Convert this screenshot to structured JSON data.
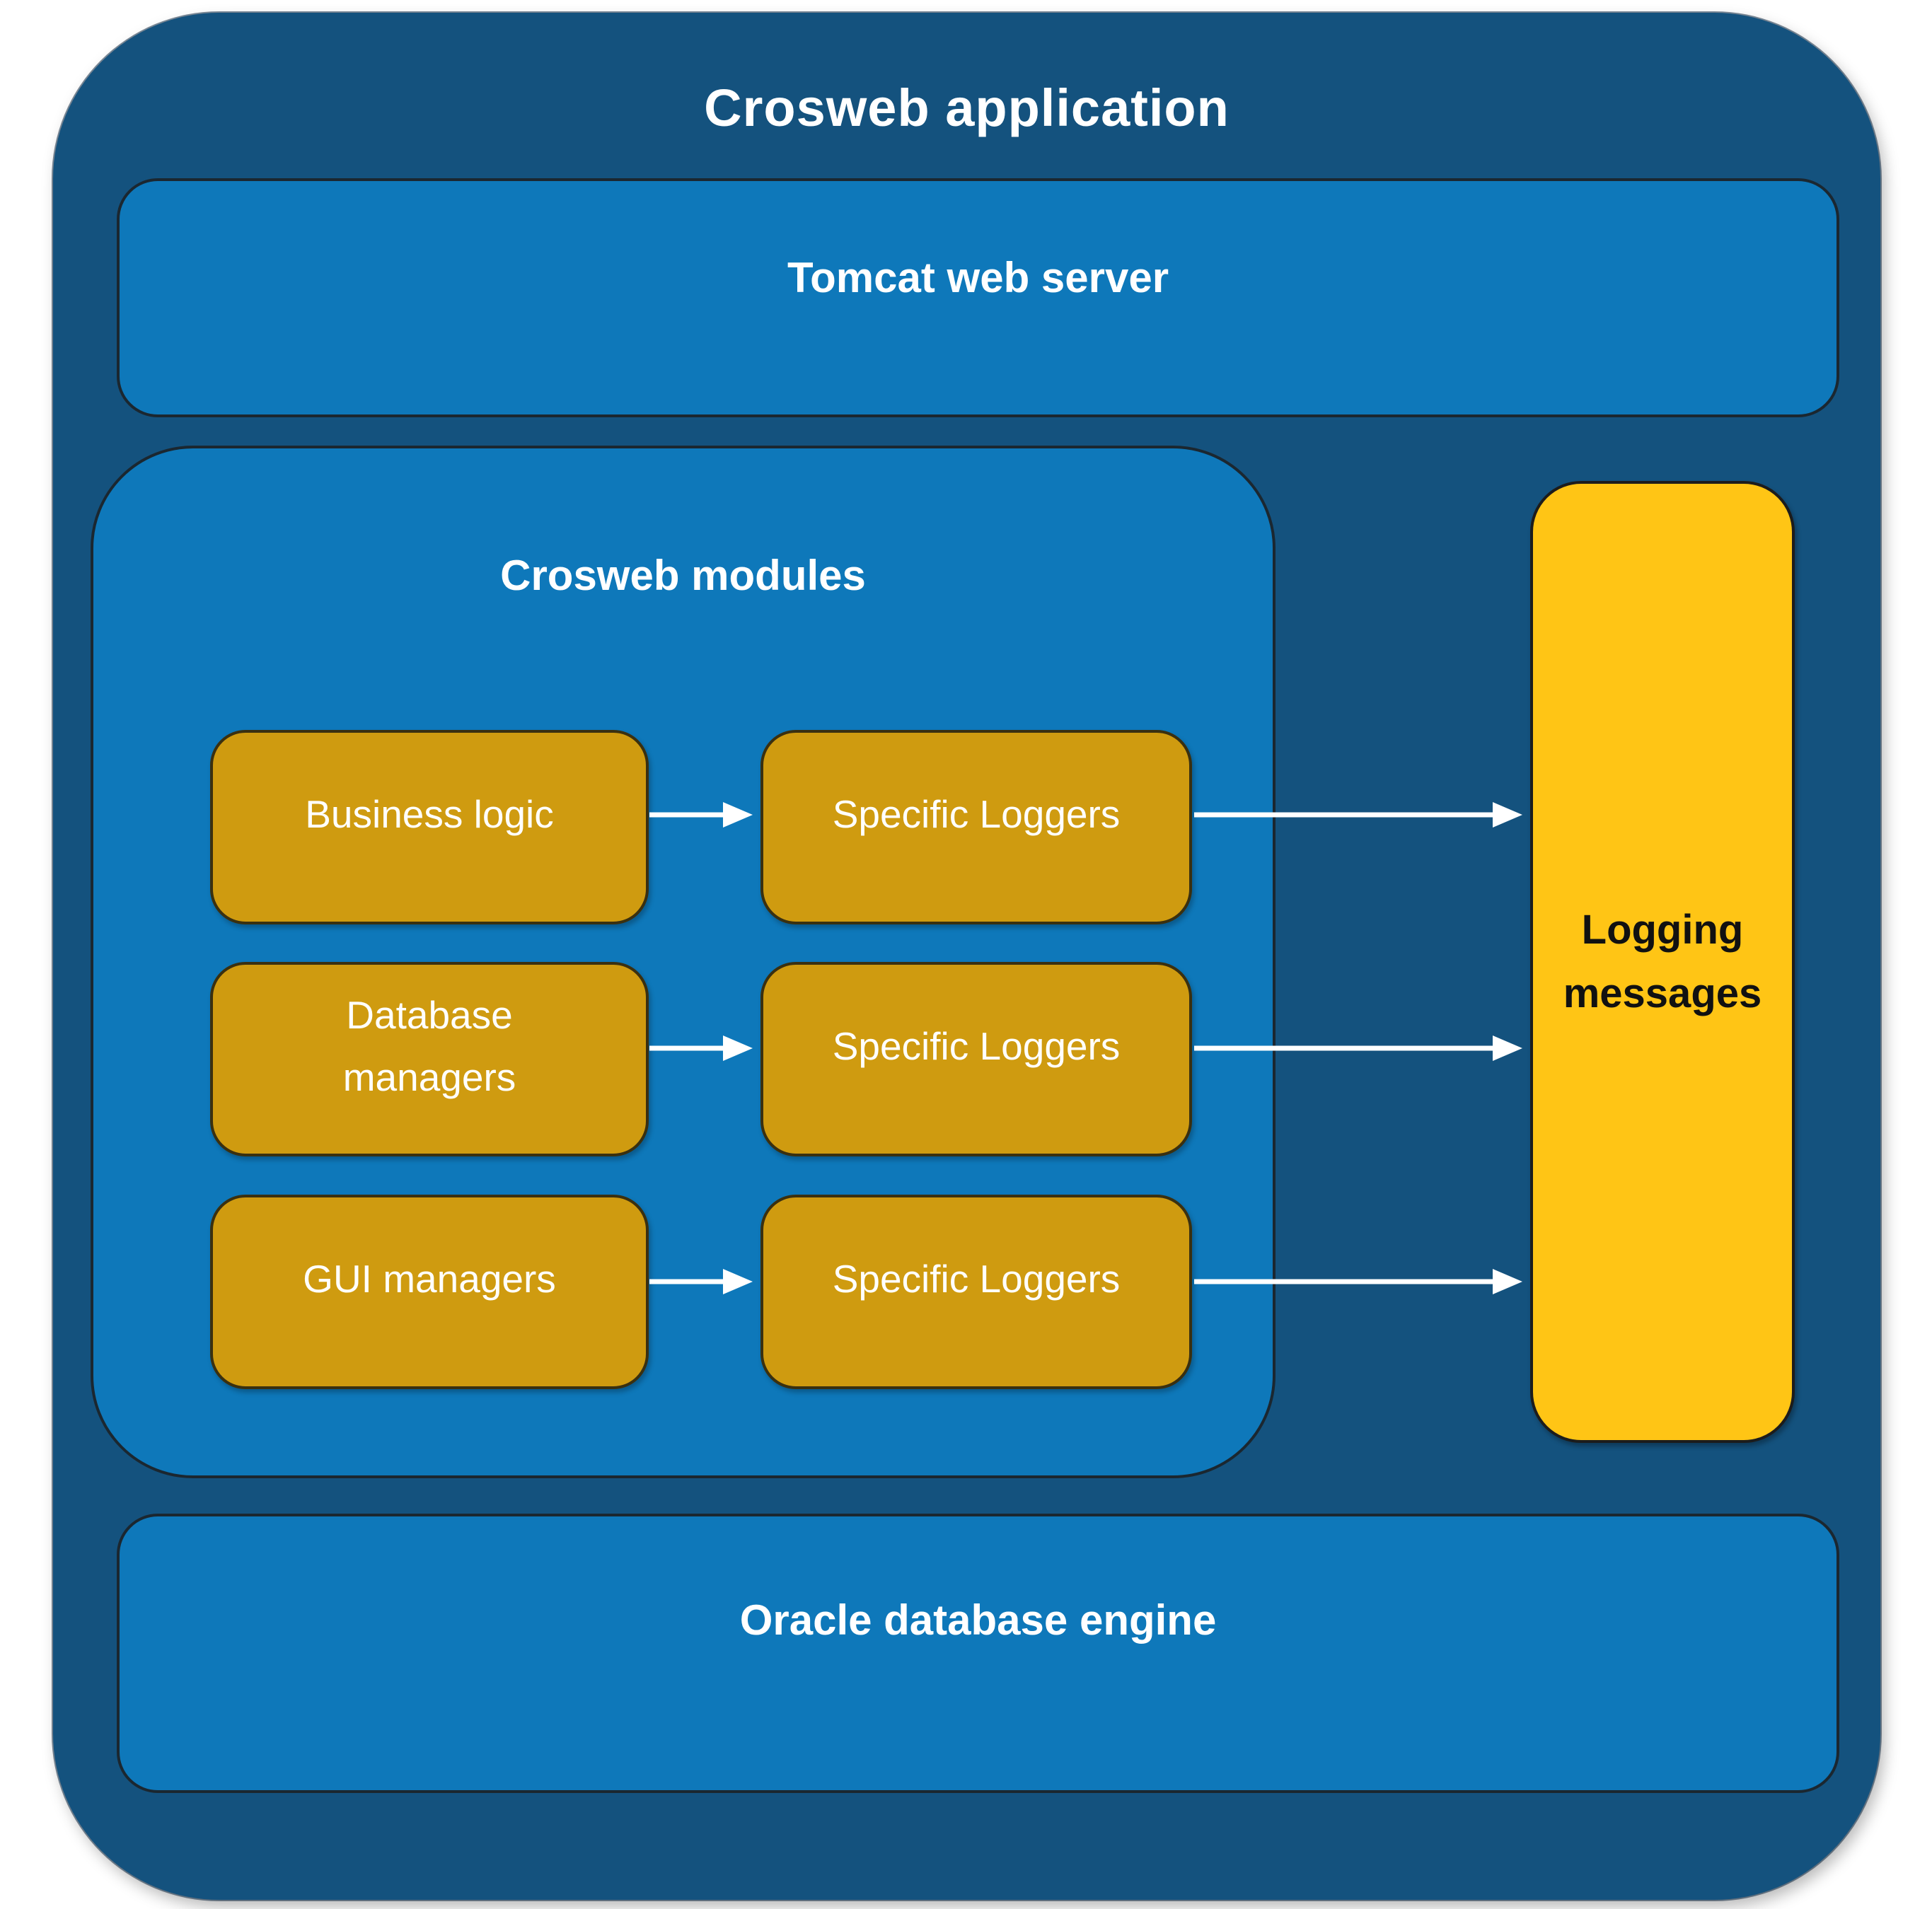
{
  "diagram": {
    "title": "Crosweb application",
    "tomcat": {
      "label": "Tomcat web server"
    },
    "modules": {
      "title": "Crosweb modules",
      "rows": [
        {
          "source": "Business logic",
          "logger": "Specific Loggers"
        },
        {
          "source": "Database\nmanagers",
          "logger": "Specific Loggers"
        },
        {
          "source": "GUI managers",
          "logger": "Specific Loggers"
        }
      ]
    },
    "logging": {
      "label": "Logging\nmessages"
    },
    "oracle": {
      "label": "Oracle database engine"
    },
    "connections": [
      {
        "from": "Business logic",
        "to": "Specific Loggers"
      },
      {
        "from": "Database managers",
        "to": "Specific Loggers"
      },
      {
        "from": "GUI managers",
        "to": "Specific Loggers"
      },
      {
        "from": "Specific Loggers (Business logic)",
        "to": "Logging messages"
      },
      {
        "from": "Specific Loggers (Database managers)",
        "to": "Logging messages"
      },
      {
        "from": "Specific Loggers (GUI managers)",
        "to": "Logging messages"
      }
    ],
    "colors": {
      "outer_bg": "#14527E",
      "panel_bg": "#0E78BA",
      "gold_box_bg": "#CF9B10",
      "logging_bg": "#FFC515",
      "arrow": "#FFFFFF"
    }
  }
}
